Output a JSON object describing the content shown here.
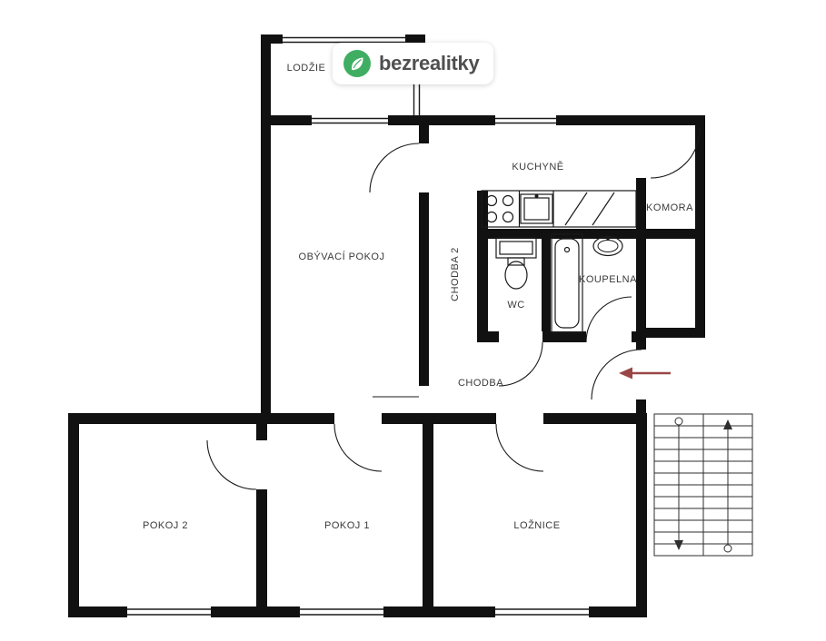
{
  "logo": {
    "text": "bezrealitky",
    "icon": "leaf-icon",
    "brand_color": "#3FAE63",
    "text_color": "#4F4F4F"
  },
  "floorplan": {
    "rooms": {
      "lodzie": "LODŽIE",
      "obyvaci_pokoj": "OBÝVACÍ POKOJ",
      "kuchyne": "KUCHYNĚ",
      "komora": "KOMORA",
      "chodba_2": "CHODBA 2",
      "wc": "WC",
      "koupelna": "KOUPELNA",
      "chodba": "CHODBA",
      "pokoj_2": "POKOJ 2",
      "pokoj_1": "POKOJ 1",
      "loznice": "LOŽNICE"
    },
    "colors": {
      "wall": "#111111",
      "thin_line": "#1a1a1a",
      "stairs_line": "#2e2e2e",
      "entrance_arrow": "#9A4646"
    }
  }
}
